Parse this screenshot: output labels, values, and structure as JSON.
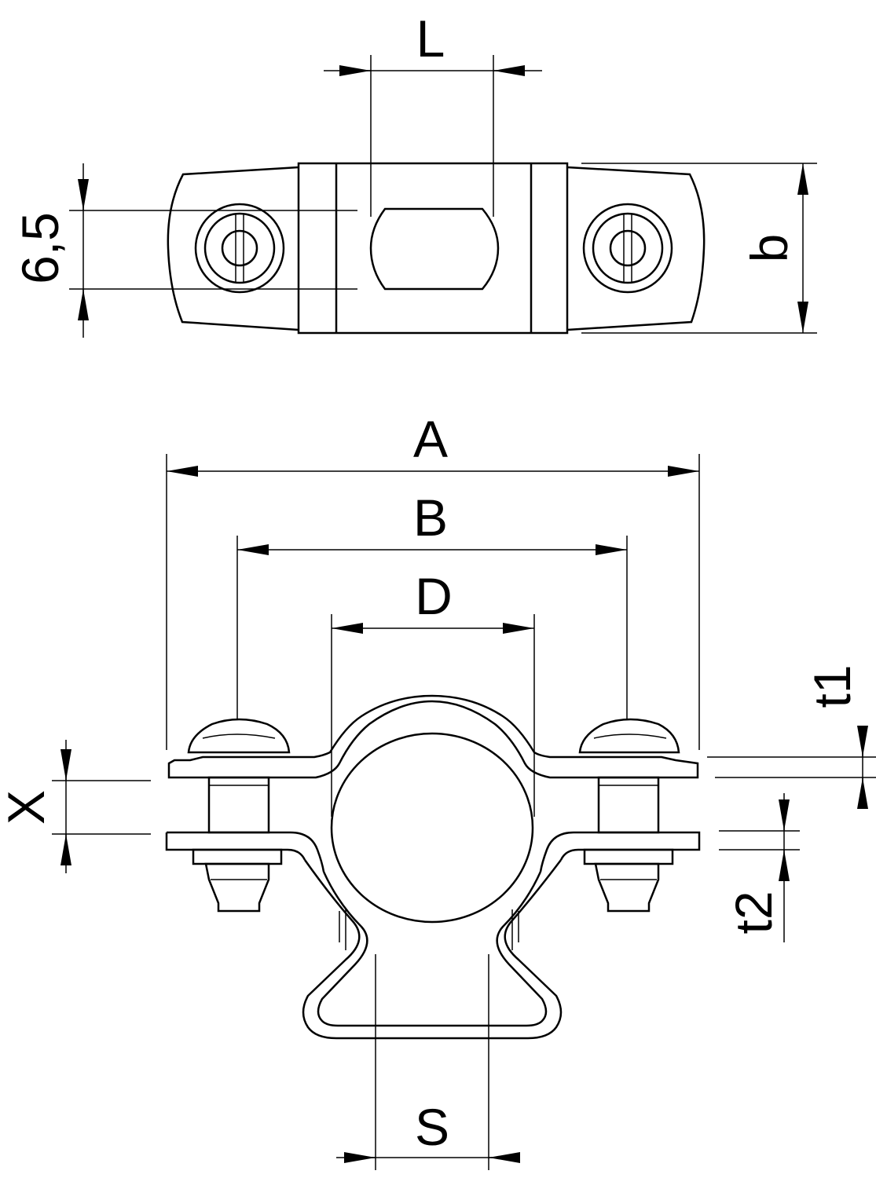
{
  "drawing": {
    "line_color": "#000000",
    "background": "#ffffff"
  },
  "labels": {
    "L": "L",
    "b": "b",
    "six_five": "6,5",
    "A": "A",
    "B": "B",
    "D": "D",
    "t1": "t1",
    "X": "X",
    "t2": "t2",
    "S": "S"
  }
}
